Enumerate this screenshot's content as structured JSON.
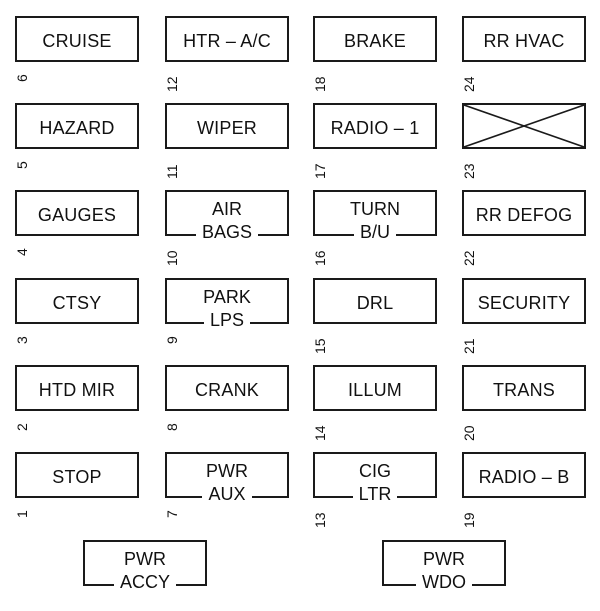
{
  "diagram": {
    "title": "",
    "fuses": [
      {
        "number": "6",
        "label": "CRUISE"
      },
      {
        "number": "12",
        "label": "HTR – A/C"
      },
      {
        "number": "18",
        "label": "BRAKE"
      },
      {
        "number": "24",
        "label": "RR HVAC"
      },
      {
        "number": "5",
        "label": "HAZARD"
      },
      {
        "number": "11",
        "label": "WIPER"
      },
      {
        "number": "17",
        "label": "RADIO – 1"
      },
      {
        "number": "23",
        "label": "",
        "empty": true
      },
      {
        "number": "4",
        "label": "GAUGES"
      },
      {
        "number": "10",
        "line1": "AIR",
        "line2": "BAGS"
      },
      {
        "number": "16",
        "line1": "TURN",
        "line2": "B/U"
      },
      {
        "number": "22",
        "label": "RR DEFOG"
      },
      {
        "number": "3",
        "label": "CTSY"
      },
      {
        "number": "9",
        "line1": "PARK",
        "line2": "LPS"
      },
      {
        "number": "15",
        "label": "DRL"
      },
      {
        "number": "21",
        "label": "SECURITY"
      },
      {
        "number": "2",
        "label": "HTD MIR"
      },
      {
        "number": "8",
        "label": "CRANK"
      },
      {
        "number": "14",
        "label": "ILLUM"
      },
      {
        "number": "20",
        "label": "TRANS"
      },
      {
        "number": "1",
        "label": "STOP"
      },
      {
        "number": "7",
        "line1": "PWR",
        "line2": "AUX"
      },
      {
        "number": "13",
        "line1": "CIG",
        "line2": "LTR"
      },
      {
        "number": "19",
        "label": "RADIO – B"
      }
    ],
    "relays": [
      {
        "line1": "PWR",
        "line2": "ACCY"
      },
      {
        "line1": "PWR",
        "line2": "WDO"
      }
    ]
  }
}
